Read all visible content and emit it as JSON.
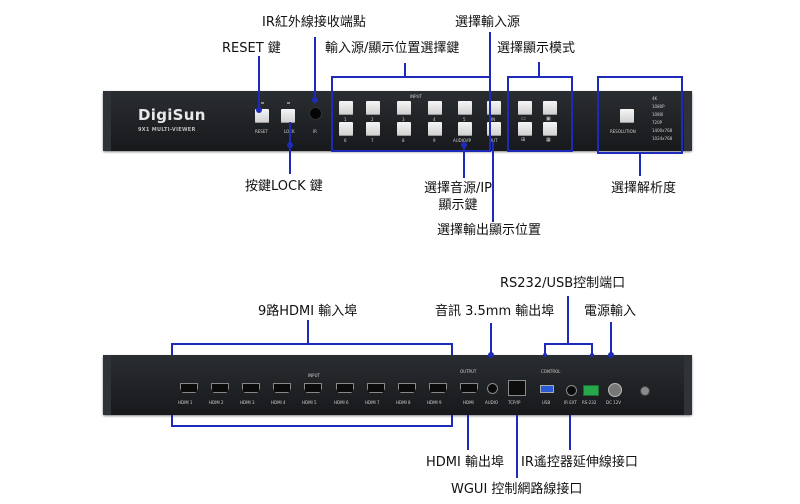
{
  "front_labels": {
    "ir_receiver": "IR紅外線接收端點",
    "reset_key": "RESET 鍵",
    "input_display_select": "輸入源/顯示位置選擇鍵",
    "select_input": "選擇輸入源",
    "select_display_mode": "選擇顯示模式",
    "lock_key": "按鍵LOCK 鍵",
    "audio_ip_key": "選擇音源/IP顯示鍵",
    "select_output_position": "選擇輸出顯示位置",
    "select_resolution": "選擇解析度"
  },
  "rear_labels": {
    "hdmi_inputs": "9路HDMI 輸入埠",
    "audio_out": "音訊 3.5mm 輸出埠",
    "rs232_usb": "RS232/USB控制端口",
    "power_in": "電源輸入",
    "hdmi_out": "HDMI 輸出埠",
    "ir_extension": "IR遙控器延伸線接口",
    "wgui_network": "WGUI 控制網路線接口"
  },
  "front_panel": {
    "brand": "DigiSun",
    "model": "9X1 MULTI-VIEWER",
    "reset": "RESET",
    "lock": "LOCK",
    "ir": "IR",
    "input_title": "INPUT",
    "input_top": [
      "1",
      "2",
      "3",
      "4",
      "5",
      "IN"
    ],
    "input_bottom": [
      "6",
      "7",
      "8",
      "9",
      "AUDIO/IP",
      "OUT"
    ],
    "resolution": "RESOLUTION",
    "res_options": [
      "4K",
      "1080P",
      "1080I",
      "720P",
      "1400x768",
      "1024x768"
    ]
  },
  "rear_panel": {
    "input_title": "INPUT",
    "output_title": "OUTPUT",
    "control_title": "CONTROL",
    "hdmi_in": [
      "HDMI 1",
      "HDMI 2",
      "HDMI 3",
      "HDMI 4",
      "HDMI 5",
      "HDMI 6",
      "HDMI 7",
      "HDMI 8",
      "HDMI 9"
    ],
    "hdmi_out": "HDMI",
    "audio": "AUDIO",
    "tcp_ip": "TCP/IP",
    "usb": "USB",
    "ir_ext": "IR EXT",
    "rs232": "RS-232",
    "dc": "DC 12V"
  }
}
